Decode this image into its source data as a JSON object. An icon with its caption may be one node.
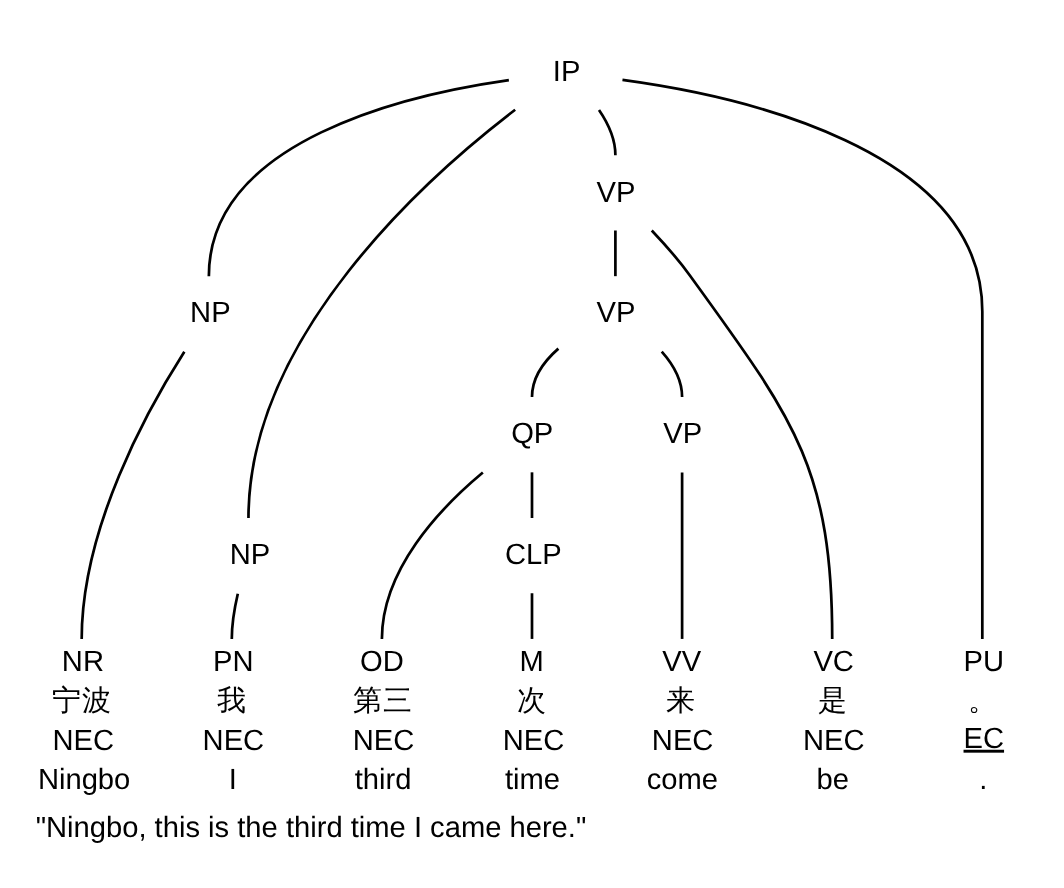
{
  "diagram": {
    "caption": "\"Ningbo, this is the third time I came here.\"",
    "nodes": [
      {
        "text": [
          "IP"
        ]
      },
      {
        "text": [
          "NP"
        ]
      },
      {
        "text": [
          "NP"
        ]
      },
      {
        "text": [
          "VP"
        ]
      },
      {
        "text": [
          "VP"
        ]
      },
      {
        "text": [
          "QP"
        ]
      },
      {
        "text": [
          "VP"
        ]
      },
      {
        "text": [
          "CLP"
        ]
      },
      {
        "text": [
          "NR"
        ],
        "beside": [
          "宁波",
          "NEC",
          "Ningbo"
        ]
      },
      {
        "text": [
          "PN"
        ],
        "beside": [
          "我",
          "NEC",
          "I"
        ]
      },
      {
        "text": [
          "VC"
        ],
        "beside": [
          "是",
          "NEC",
          "be"
        ]
      },
      {
        "text": [
          "OD"
        ],
        "beside": [
          "第三",
          "NEC",
          "third"
        ]
      },
      {
        "text": [
          "M"
        ],
        "beside": [
          "次",
          "NEC",
          "time"
        ]
      },
      {
        "text": [
          "VV"
        ],
        "beside": [
          "来",
          "NEC",
          "come"
        ]
      },
      {
        "text": [
          "PU"
        ],
        "beside": [
          "。",
          "EC",
          "."
        ]
      }
    ],
    "edges": [
      {
        "from": 0,
        "to": 1,
        "arrow": "none"
      },
      {
        "from": 0,
        "to": 2,
        "arrow": "none"
      },
      {
        "from": 0,
        "to": 3,
        "arrow": "none"
      },
      {
        "from": 0,
        "to": 14,
        "arrow": "none"
      },
      {
        "from": 3,
        "to": 4,
        "arrow": "none"
      },
      {
        "from": 1,
        "to": 8,
        "arrow": "none"
      },
      {
        "from": 2,
        "to": 9,
        "arrow": "none"
      },
      {
        "from": 3,
        "to": 10,
        "arrow": "none"
      },
      {
        "from": 4,
        "to": 5,
        "arrow": "none"
      },
      {
        "from": 4,
        "to": 6,
        "arrow": "none"
      },
      {
        "from": 5,
        "to": 11,
        "arrow": "none"
      },
      {
        "from": 5,
        "to": 7,
        "arrow": "none"
      },
      {
        "from": 7,
        "to": 12,
        "arrow": "none"
      },
      {
        "from": 6,
        "to": 13,
        "arrow": "none"
      }
    ]
  }
}
